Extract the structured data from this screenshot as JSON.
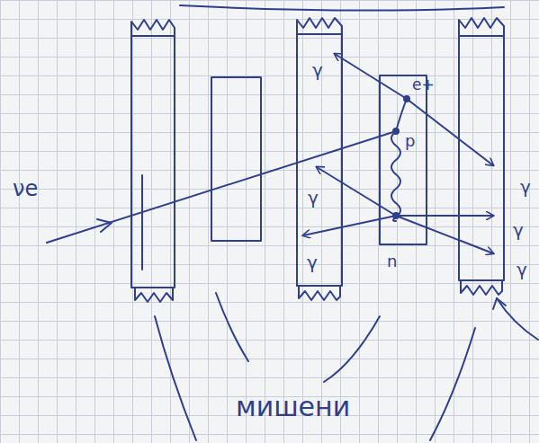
{
  "diagram": {
    "labels": [
      "νe",
      "γ",
      "e+",
      "p",
      "γ",
      "γ",
      "n",
      "γ",
      "γ",
      "γ",
      "мишени"
    ]
  }
}
